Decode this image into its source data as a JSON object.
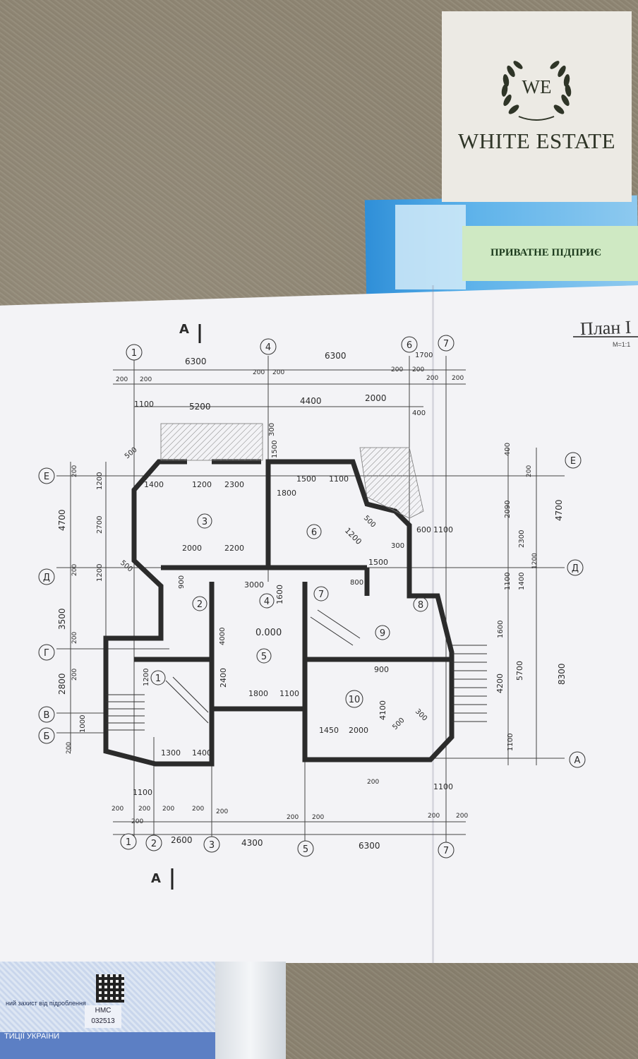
{
  "logo": {
    "initials": "WE",
    "name": "WHITE ESTATE",
    "icon": "laurel-wreath-icon",
    "colors": {
      "text": "#2f3527",
      "background": "#eceae4"
    }
  },
  "green_doc_text": "ПРИВАТНЕ ПІДПРИЄ",
  "plan": {
    "title": "План I",
    "scale": "М=1:1",
    "section_mark": "А",
    "axes_top": [
      "1",
      "4",
      "6",
      "7"
    ],
    "axes_bottom": [
      "1",
      "2",
      "3",
      "5",
      "7"
    ],
    "axes_left": [
      "Е",
      "Д",
      "Г",
      "В",
      "Б"
    ],
    "axes_right": [
      "Е",
      "Д",
      "А"
    ],
    "dims_top": [
      "6300",
      "6300",
      "1700",
      "200",
      "200",
      "200",
      "200",
      "200",
      "200",
      "200",
      "200",
      "1100",
      "5200",
      "4400",
      "2000",
      "400",
      "300",
      "1500"
    ],
    "dims_bottom": [
      "1100",
      "200",
      "200",
      "200",
      "200",
      "200",
      "200",
      "200",
      "200",
      "200",
      "200",
      "200",
      "2600",
      "4300",
      "6300"
    ],
    "dims_left": [
      "4700",
      "3500",
      "2800",
      "1200",
      "2700",
      "1200",
      "1200",
      "1000",
      "200",
      "200",
      "200",
      "200",
      "200"
    ],
    "dims_right": [
      "400",
      "200",
      "2090",
      "4700",
      "2300",
      "1100",
      "1400",
      "1200",
      "1600",
      "5700",
      "4200",
      "8300",
      "1100",
      "1100"
    ],
    "rooms": [
      "3",
      "6",
      "2",
      "4",
      "7",
      "8",
      "9",
      "5",
      "1",
      "10"
    ],
    "level_mark": "0.000",
    "inner_dims": [
      "1400",
      "1200",
      "2300",
      "1800",
      "1500",
      "1100",
      "2000",
      "2200",
      "3000",
      "1600",
      "1500",
      "1200",
      "1800",
      "1100",
      "2400",
      "4000",
      "4100",
      "1450",
      "2000",
      "900",
      "1300",
      "1400",
      "600",
      "1100",
      "500",
      "500",
      "500",
      "500",
      "300",
      "300",
      "800",
      "900"
    ]
  },
  "certificate": {
    "band_text": "ТИЦІЇ УКРАЇНИ",
    "note": "ний захист від підроблення",
    "badge_line1": "НМС",
    "badge_line2": "032513"
  }
}
